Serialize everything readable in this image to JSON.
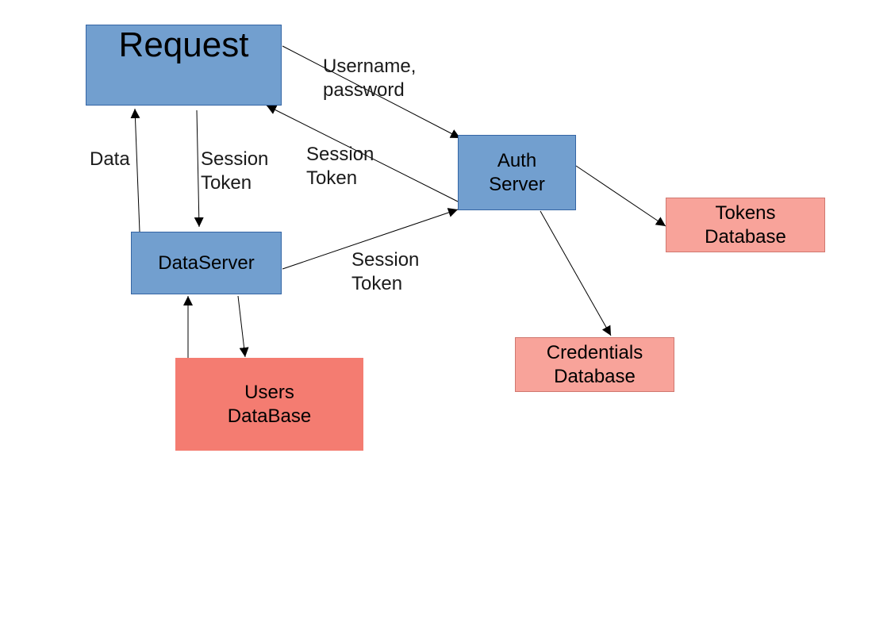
{
  "diagram": {
    "nodes": {
      "request": {
        "label": "Request",
        "kind": "server"
      },
      "auth_server": {
        "label": "Auth\nServer",
        "kind": "server"
      },
      "data_server": {
        "label": "DataServer",
        "kind": "server"
      },
      "tokens_db": {
        "label": "Tokens\nDatabase",
        "kind": "database"
      },
      "credentials_db": {
        "label": "Credentials\nDatabase",
        "kind": "database"
      },
      "users_db": {
        "label": "Users\nDataBase",
        "kind": "database"
      }
    },
    "edges": [
      {
        "from": "request",
        "to": "auth_server",
        "label": "Username,\npassword"
      },
      {
        "from": "auth_server",
        "to": "request",
        "label": "Session\nToken"
      },
      {
        "from": "request",
        "to": "data_server",
        "label": "Session\nToken"
      },
      {
        "from": "data_server",
        "to": "request",
        "label": "Data"
      },
      {
        "from": "data_server",
        "to": "auth_server",
        "label": "Session\nToken"
      },
      {
        "from": "auth_server",
        "to": "tokens_db",
        "label": ""
      },
      {
        "from": "auth_server",
        "to": "credentials_db",
        "label": ""
      },
      {
        "from": "data_server",
        "to": "users_db",
        "label": ""
      },
      {
        "from": "users_db",
        "to": "data_server",
        "label": ""
      }
    ]
  },
  "colors": {
    "server_fill": "#729fcf",
    "server_border": "#3465a4",
    "database_fill_light": "#f8a39a",
    "database_fill_strong": "#f47c71",
    "connector": "#000000"
  }
}
